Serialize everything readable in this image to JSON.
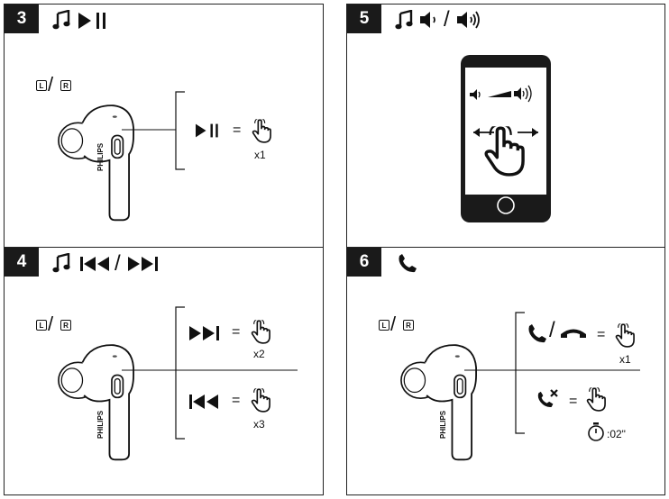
{
  "panels": [
    {
      "number": "3",
      "tap_label": "x1"
    },
    {
      "number": "5"
    },
    {
      "number": "4",
      "tap_next": "x2",
      "tap_prev": "x3"
    },
    {
      "number": "6",
      "tap_answer": "x1",
      "hold_time": ":02\""
    }
  ],
  "earbud": {
    "brand": "PHILIPS",
    "left_key": "L",
    "right_key": "R",
    "slash": "/"
  },
  "symbols": {
    "equals": "=",
    "slash": "/"
  },
  "icons": [
    "music-note-icon",
    "play-pause-icon",
    "volume-down-icon",
    "volume-up-icon",
    "previous-track-icon",
    "next-track-icon",
    "phone-icon",
    "hang-up-icon",
    "reject-call-icon",
    "tap-hand-icon",
    "swipe-hand-icon",
    "timer-icon"
  ]
}
